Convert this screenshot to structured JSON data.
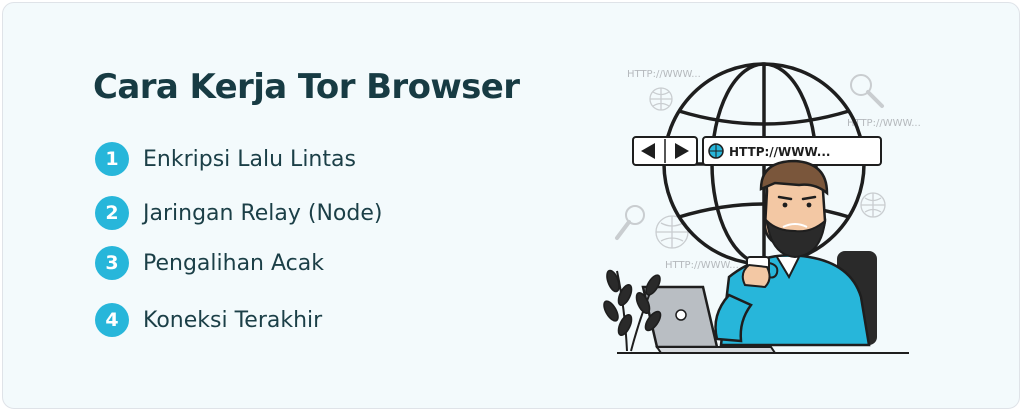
{
  "heading": "Cara Kerja Tor Browser",
  "steps": [
    {
      "number": "1",
      "label": "Enkripsi Lalu Lintas"
    },
    {
      "number": "2",
      "label": "Jaringan Relay (Node)"
    },
    {
      "number": "3",
      "label": "Pengalihan Acak"
    },
    {
      "number": "4",
      "label": "Koneksi Terakhir"
    }
  ],
  "illustration": {
    "address_bar_text": "HTTP://WWW...",
    "floating_url_labels": [
      "HTTP://WWW...",
      "HTTP://WWW...",
      "HTTP://WWW..."
    ],
    "icons": [
      "globe-icon",
      "back-arrow-icon",
      "forward-arrow-icon",
      "magnifier-icon",
      "laptop-icon",
      "coffee-mug-icon",
      "plant-icon"
    ]
  },
  "colors": {
    "background": "#f3fafc",
    "heading_text": "#173b43",
    "body_text": "#1b3f47",
    "accent": "#27b6da",
    "outline": "#1e1e1e"
  }
}
